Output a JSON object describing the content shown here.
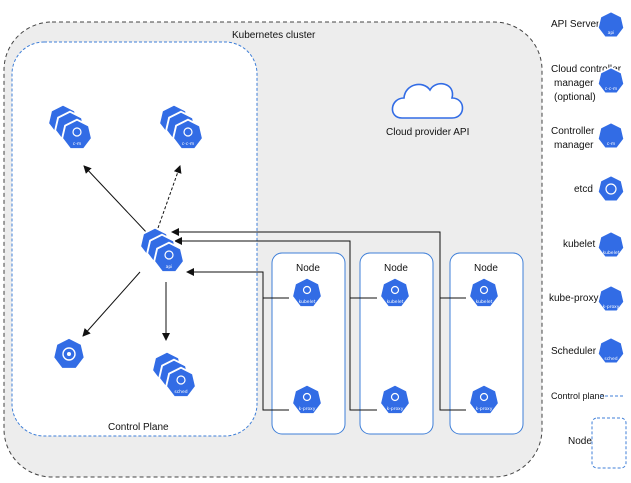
{
  "diagram": {
    "cluster_label": "Kubernetes cluster",
    "control_plane_label": "Control Plane",
    "cloud_label": "Cloud provider API",
    "node_label": "Node"
  },
  "icons": {
    "api": "api",
    "ccm": "c-c-m",
    "cm": "c-m",
    "sched": "sched",
    "kubelet": "kubelet",
    "kproxy": "k-proxy",
    "etcd": ""
  },
  "legend": {
    "api_server": "API Server",
    "ccm_line1": "Cloud controller",
    "ccm_line2": "manager",
    "ccm_line3": "(optional)",
    "cm_line1": "Controller",
    "cm_line2": "manager",
    "etcd": "etcd",
    "kubelet": "kubelet",
    "kube_proxy": "kube-proxy",
    "scheduler": "Scheduler",
    "control_plane": "Control plane",
    "node": "Node"
  },
  "colors": {
    "k8s_blue": "#326ce5",
    "cluster_bg": "#ededed",
    "dash": "#444444",
    "cp_border": "#3f7fd8"
  }
}
